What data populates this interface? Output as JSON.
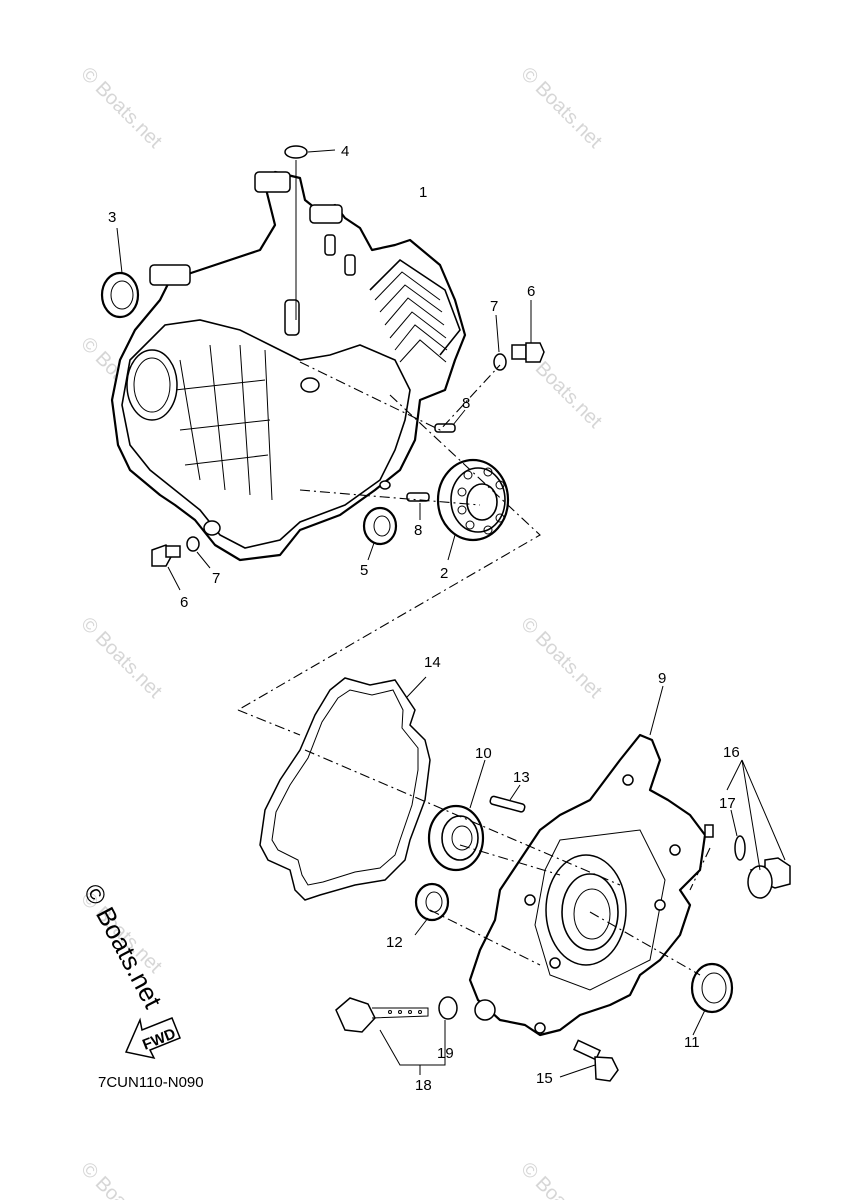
{
  "watermark": "© Boats.net",
  "copyright": "© Boats.net",
  "diagram_code": "7CUN110-N090",
  "fwd_label": "FWD",
  "callouts": [
    "1",
    "2",
    "3",
    "4",
    "5",
    "6",
    "6",
    "7",
    "7",
    "8",
    "8",
    "9",
    "10",
    "11",
    "12",
    "13",
    "14",
    "15",
    "16",
    "17",
    "18",
    "19"
  ]
}
